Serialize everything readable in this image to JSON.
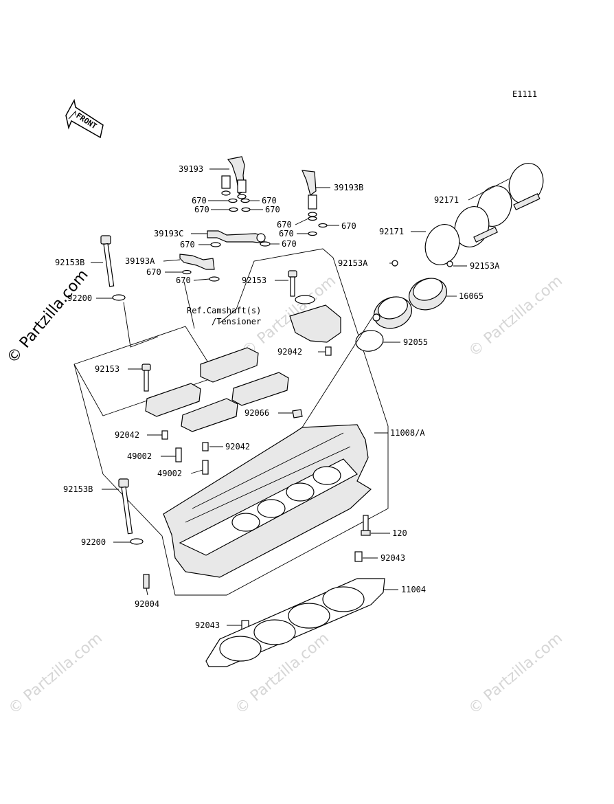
{
  "diagram": {
    "code": "E1111",
    "front_label": "FRONT",
    "ref_note_line1": "Ref.Camshaft(s)",
    "ref_note_line2": "/Tensioner",
    "watermark": "© Partzilla.com",
    "watermark_side": "© Partzilla.com"
  },
  "labels": {
    "p39193": "39193",
    "p39193b": "39193B",
    "p39193c": "39193C",
    "p39193a": "39193A",
    "p670_1": "670",
    "p670_2": "670",
    "p670_3": "670",
    "p670_4": "670",
    "p670_5": "670",
    "p670_6": "670",
    "p670_7": "670",
    "p670_8": "670",
    "p670_9": "670",
    "p670_10": "670",
    "p92171_top": "92171",
    "p92171_mid": "92171",
    "p92153a_l": "92153A",
    "p92153a_r": "92153A",
    "p16065": "16065",
    "p92055": "92055",
    "p92153b_top": "92153B",
    "p92200_top": "92200",
    "p92153_top": "92153",
    "p92042_a": "92042",
    "p92153_left": "92153",
    "p92066": "92066",
    "p11008a": "11008/A",
    "p92042_b": "92042",
    "p92042_c": "92042",
    "p49002_a": "49002",
    "p49002_b": "49002",
    "p92153b_low": "92153B",
    "p120": "120",
    "p92200_low": "92200",
    "p92043_r": "92043",
    "p11004": "11004",
    "p92004": "92004",
    "p92043_l": "92043"
  }
}
